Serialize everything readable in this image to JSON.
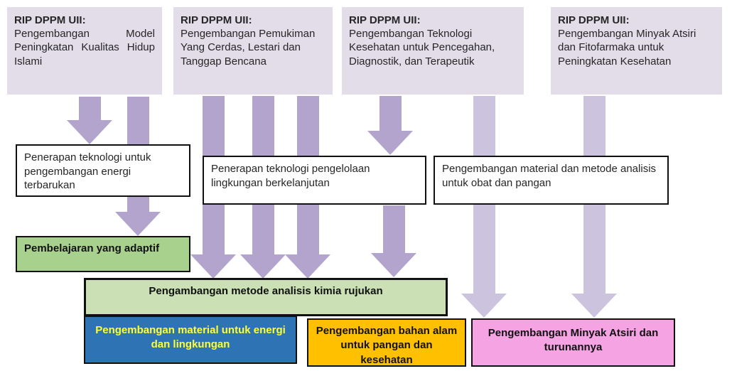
{
  "colors": {
    "top_box_bg": "#E3DDEA",
    "arrow_medium": "#B2A4CC",
    "arrow_light": "#CCC3DE",
    "green_dark": "#A9D18E",
    "green_light": "#CBE0B4",
    "blue": "#2E74B5",
    "blue_text": "#FFFF33",
    "orange": "#FFC000",
    "pink": "#F5A3E3"
  },
  "top_boxes": [
    {
      "header": "RIP DPPM UII:",
      "body": "Pengembangan Model Peningkatan Kualitas Hidup Islami"
    },
    {
      "header": "RIP DPPM UII:",
      "body": "Pengembangan Pemukiman Yang Cerdas, Lestari dan Tanggap Bencana"
    },
    {
      "header": "RIP DPPM UII:",
      "body": "Pengembangan Teknologi Kesehatan untuk Pencegahan, Diagnostik, dan Terapeutik"
    },
    {
      "header": "RIP DPPM UII:",
      "body": "Pengembangan Minyak Atsiri dan Fitofarmaka untuk Peningkatan Kesehatan"
    }
  ],
  "mid_boxes": [
    {
      "text": "Penerapan teknologi untuk pengembangan energi terbarukan"
    },
    {
      "text": "Penerapan teknologi pengelolaan lingkungan berkelanjutan"
    },
    {
      "text": "Pengembangan material dan metode analisis untuk obat  dan pangan"
    }
  ],
  "outcome_boxes": {
    "adaptive_learning": "Pembelajaran yang adaptif",
    "reference_chemistry": "Pengambangan metode analisis kimia rujukan",
    "material_energy": "Pengembangan material untuk energi dan lingkungan",
    "natural_food_health": "Pengembangan bahan alam untuk pangan dan kesehatan",
    "essential_oil": "Pengembangan Minyak Atsiri dan turunannya"
  }
}
